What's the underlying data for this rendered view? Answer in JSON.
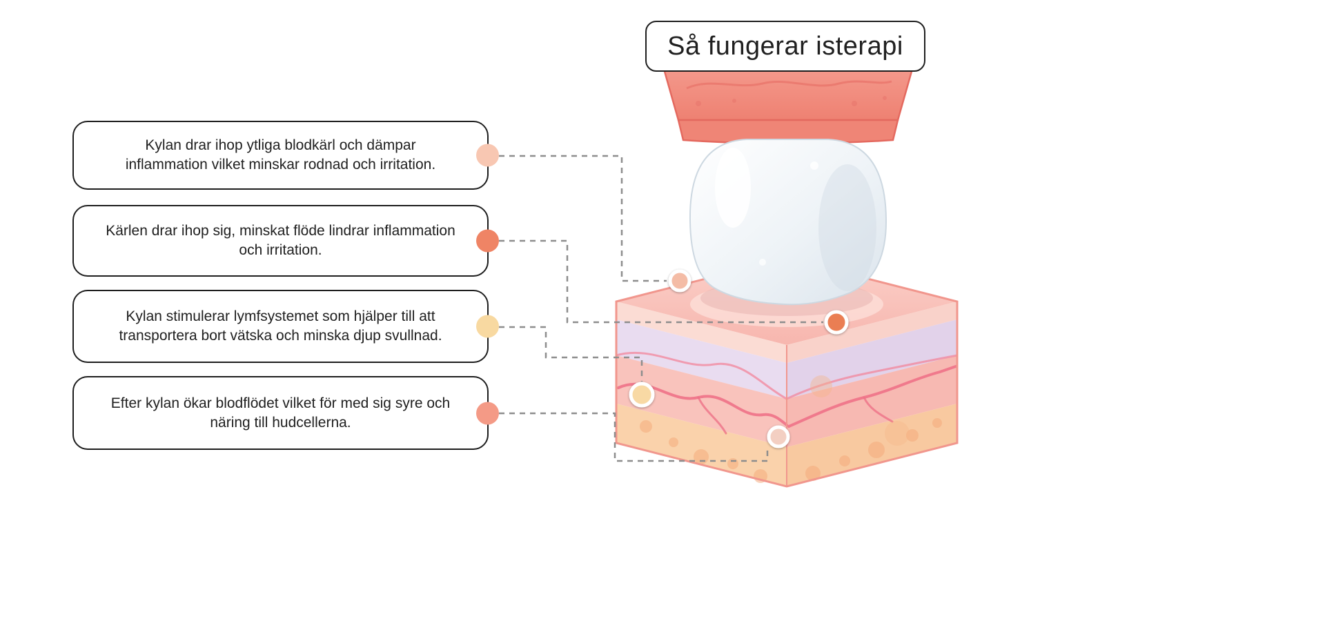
{
  "title": "Så fungerar isterapi",
  "callouts": [
    {
      "text": "Kylan drar ihop ytliga blodkärl och dämpar inflammation vilket minskar rodnad och irritation.",
      "dot_color": "#f8c7b2"
    },
    {
      "text": "Kärlen drar ihop sig, minskat flöde lindrar inflammation och irritation.",
      "dot_color": "#ef8465"
    },
    {
      "text": "Kylan stimulerar lymfsystemet som hjälper till att transportera bort vätska och minska djup svullnad.",
      "dot_color": "#f8d9a1"
    },
    {
      "text": "Efter kylan ökar blodflödet vilket för med sig syre och näring till hudcellerna.",
      "dot_color": "#f49a86"
    }
  ],
  "markers": [
    {
      "color": "#f4bca6"
    },
    {
      "color": "#ea7e52"
    },
    {
      "color": "#f8d9a4"
    },
    {
      "color": "#f3cfc2"
    }
  ],
  "connector": {
    "color": "#8d8d8d"
  },
  "palette": {
    "cap": "#f2897b",
    "skin_outline": "#f1968d",
    "epidermis": "#fbdcd4",
    "dermis": "#e9dcf0",
    "deep_dermis": "#f9c3bc",
    "subcutis": "#fad2ab",
    "ice": "#e6edf3",
    "border": "#1d1d1d"
  }
}
